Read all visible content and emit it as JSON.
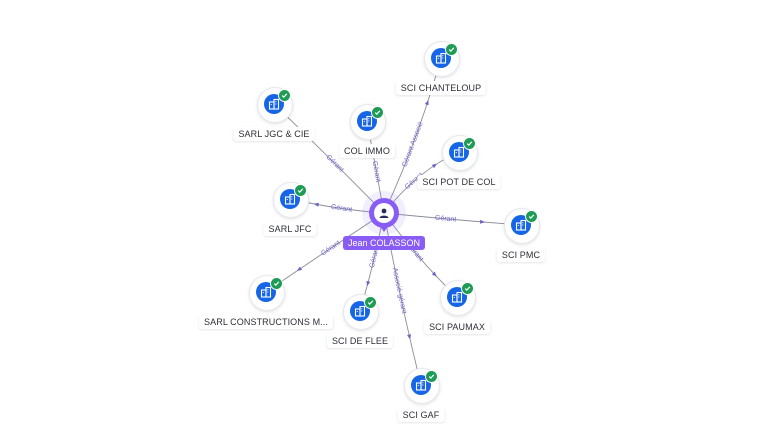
{
  "center": {
    "label": "Jean COLASSON",
    "icon": "person-icon"
  },
  "accent_color": "#8a5cf6",
  "company_color": "#1565e6",
  "verified_color": "#1e9b55",
  "companies": [
    {
      "id": "sci-chanteloup",
      "label": "SCI CHANTELOUP",
      "roles": [
        "Gérant",
        "Associé"
      ],
      "icon": "building-icon",
      "verified": true
    },
    {
      "id": "sarl-jgc-cie",
      "label": "SARL JGC & CIE",
      "roles": [
        "Gérant"
      ],
      "icon": "building-icon",
      "verified": true
    },
    {
      "id": "col-immo",
      "label": "COL IMMO",
      "roles": [
        "Gérant"
      ],
      "icon": "building-icon",
      "verified": true
    },
    {
      "id": "sci-pot-de-col",
      "label": "SCI POT DE COL",
      "roles": [
        "Gérant"
      ],
      "icon": "building-icon",
      "verified": true
    },
    {
      "id": "sarl-jfc",
      "label": "SARL JFC",
      "roles": [
        "Gérant"
      ],
      "icon": "building-icon",
      "verified": true
    },
    {
      "id": "sci-pmc",
      "label": "SCI PMC",
      "roles": [
        "Gérant"
      ],
      "icon": "building-icon",
      "verified": true
    },
    {
      "id": "sarl-constructions",
      "label": "SARL CONSTRUCTIONS M...",
      "roles": [
        "Gérant"
      ],
      "icon": "building-icon",
      "verified": true
    },
    {
      "id": "sci-de-flee",
      "label": "SCI DE FLEE",
      "roles": [
        "Gérant"
      ],
      "icon": "building-icon",
      "verified": true
    },
    {
      "id": "sci-paumax",
      "label": "SCI PAUMAX",
      "roles": [
        "Gérant"
      ],
      "icon": "building-icon",
      "verified": true
    },
    {
      "id": "sci-gaf",
      "label": "SCI GAF",
      "roles": [
        "Associé-gérant"
      ],
      "icon": "building-icon",
      "verified": true
    }
  ]
}
